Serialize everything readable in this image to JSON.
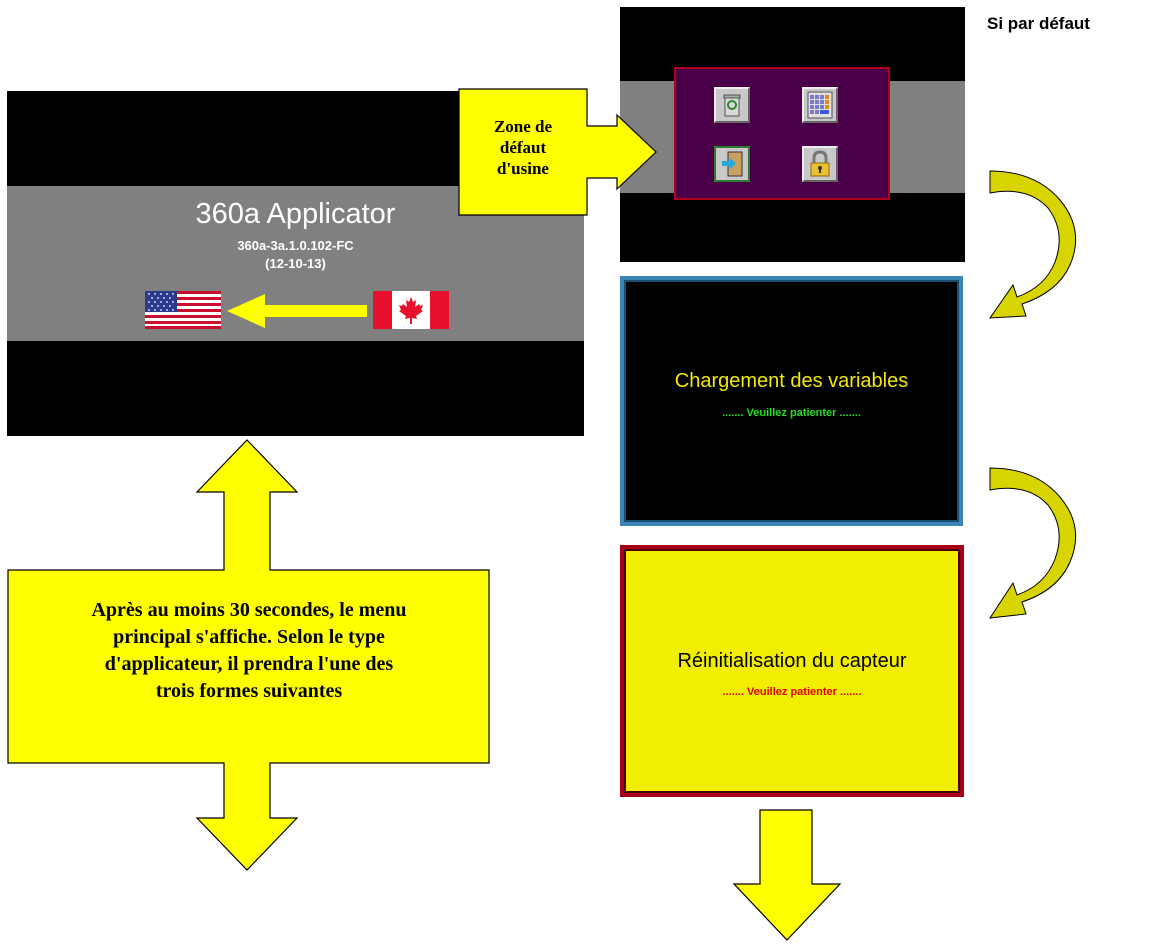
{
  "heading": "Si par défaut",
  "splash": {
    "title": "360a Applicator",
    "version": "360a-3a.1.0.102-FC",
    "date": "(12-10-13)",
    "flag_from": "canada-flag-icon",
    "flag_to": "usa-flag-icon"
  },
  "factory_callout": {
    "line1": "Zone de",
    "line2": "défaut",
    "line3": "d'usine"
  },
  "factory_menu": {
    "icons": [
      "recycle-bin-icon",
      "calculator-icon",
      "exit-door-icon",
      "padlock-icon"
    ]
  },
  "loading": {
    "title": "Chargement des variables",
    "subtitle": "....... Veuillez patienter ......."
  },
  "reset": {
    "title": "Réinitialisation du capteur",
    "subtitle": "....... Veuillez patienter ......."
  },
  "main_callout": {
    "line1": "Après au moins 30 secondes, le menu",
    "line2": "principal s'affiche. Selon le type",
    "line3": "d'applicateur, il prendra l'une des",
    "line4": "trois formes suivantes"
  },
  "colors": {
    "arrow_yellow": "#ffff00",
    "curved_arrow": "#d4cf00",
    "factory_menu_bg": "#4a0048",
    "loading_border": "#3a84b8",
    "reset_bg": "#f2ee00"
  }
}
